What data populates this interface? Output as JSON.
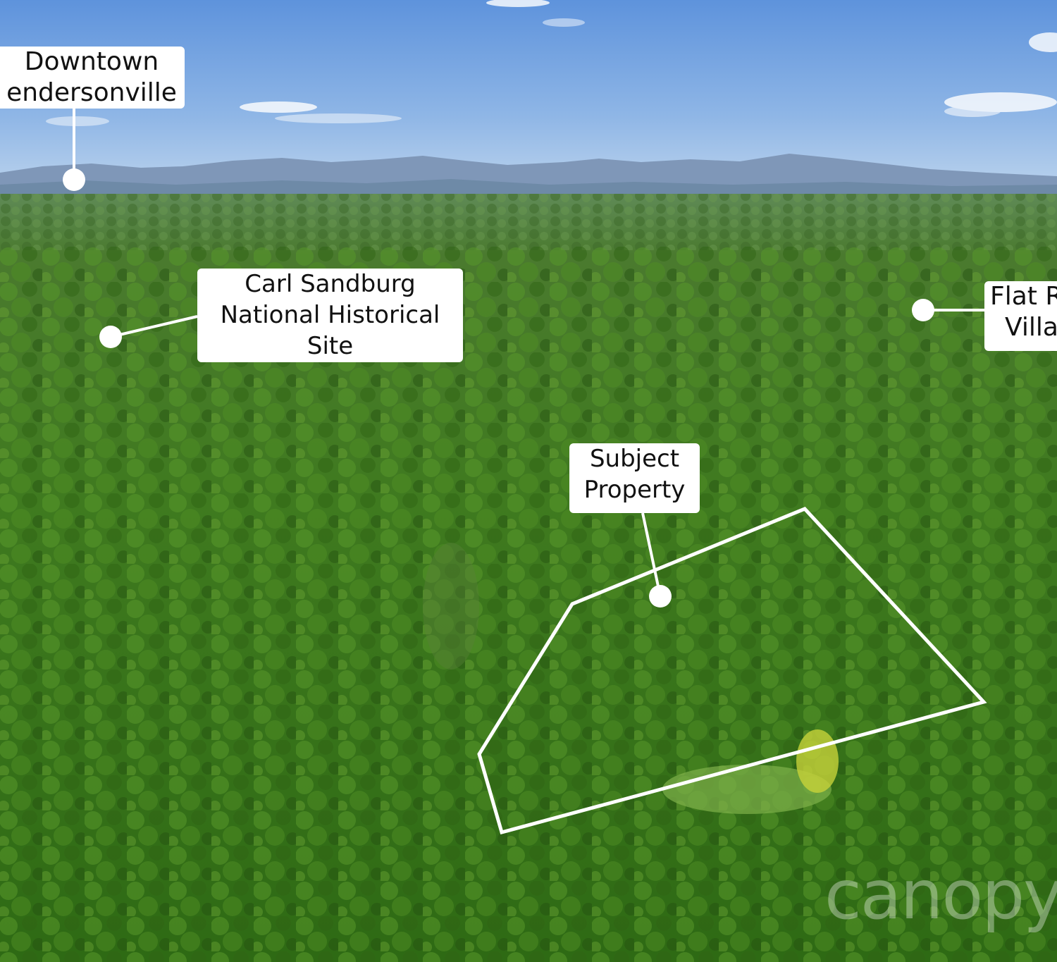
{
  "labels": {
    "downtown": {
      "line1": "Downtown",
      "line2": "endersonville"
    },
    "sandburg": {
      "line1": "Carl Sandburg",
      "line2": "National Historical",
      "line3": "Site"
    },
    "flatrock": {
      "line1": "Flat R",
      "line2": "Villa"
    },
    "subject": {
      "line1": "Subject",
      "line2": "Property"
    }
  },
  "watermark": "canopy",
  "colors": {
    "label_bg": "#ffffff",
    "marker": "#ffffff",
    "outline": "#ffffff"
  }
}
